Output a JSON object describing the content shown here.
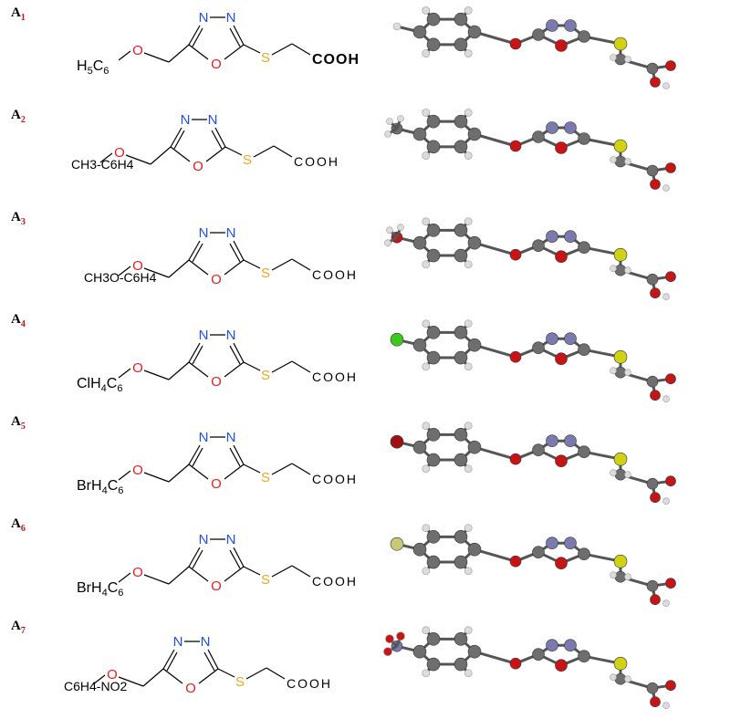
{
  "rows": [
    {
      "letter": "A",
      "num": "1",
      "sub": "",
      "style": "sub",
      "substituent": "H5C6",
      "parts": [
        [
          "H",
          0
        ],
        [
          "5",
          1
        ],
        [
          "C",
          0
        ],
        [
          "6",
          1
        ]
      ],
      "acid": "COOH",
      "bold": true,
      "halogen": "",
      "halogen_color": ""
    },
    {
      "letter": "A",
      "num": "2",
      "style": "plain",
      "substituent": "CH3-C6H4",
      "acid": "COOH",
      "bold": false,
      "halogen": "methyl",
      "halogen_color": ""
    },
    {
      "letter": "A",
      "num": "3",
      "style": "plain",
      "substituent": "CH3O-C6H4",
      "acid": "COOH",
      "bold": false,
      "halogen": "methoxy",
      "halogen_color": ""
    },
    {
      "letter": "A",
      "num": "4",
      "style": "sub",
      "substituent": "ClH4C6",
      "parts": [
        [
          "ClH",
          0
        ],
        [
          "4",
          1
        ],
        [
          "C",
          0
        ],
        [
          "6",
          1
        ]
      ],
      "acid": "COOH",
      "bold": false,
      "halogen": "chloro",
      "halogen_color": "#3cc81e"
    },
    {
      "letter": "A",
      "num": "5",
      "style": "sub",
      "substituent": "BrH4C6",
      "parts": [
        [
          "BrH",
          0
        ],
        [
          "4",
          1
        ],
        [
          "C",
          0
        ],
        [
          "6",
          1
        ]
      ],
      "acid": "COOH",
      "bold": false,
      "halogen": "bromo",
      "halogen_color": "#a01010"
    },
    {
      "letter": "A",
      "num": "6",
      "style": "sub",
      "substituent": "BrH4C6",
      "parts": [
        [
          "BrH",
          0
        ],
        [
          "4",
          1
        ],
        [
          "C",
          0
        ],
        [
          "6",
          1
        ]
      ],
      "acid": "COOH",
      "bold": false,
      "halogen": "fluoro",
      "halogen_color": "#c8c878"
    },
    {
      "letter": "A",
      "num": "7",
      "style": "plain",
      "substituent": "C6H4-NO2",
      "acid": "COOH",
      "bold": false,
      "halogen": "nitro",
      "halogen_color": ""
    }
  ],
  "atoms": {
    "N": "N",
    "O": "O",
    "S": "S"
  },
  "colors": {
    "nitrogen": "#1e50e6",
    "oxygen": "#e61e1e",
    "sulfur": "#e6a81e",
    "carbon_ball": "#6e6e6e",
    "hydrogen_ball": "#dcdcdc",
    "nitrogen_ball": "#7a7ab0",
    "oxygen_ball": "#c81414",
    "sulfur_ball": "#d2d214",
    "label_red": "#d01010"
  }
}
